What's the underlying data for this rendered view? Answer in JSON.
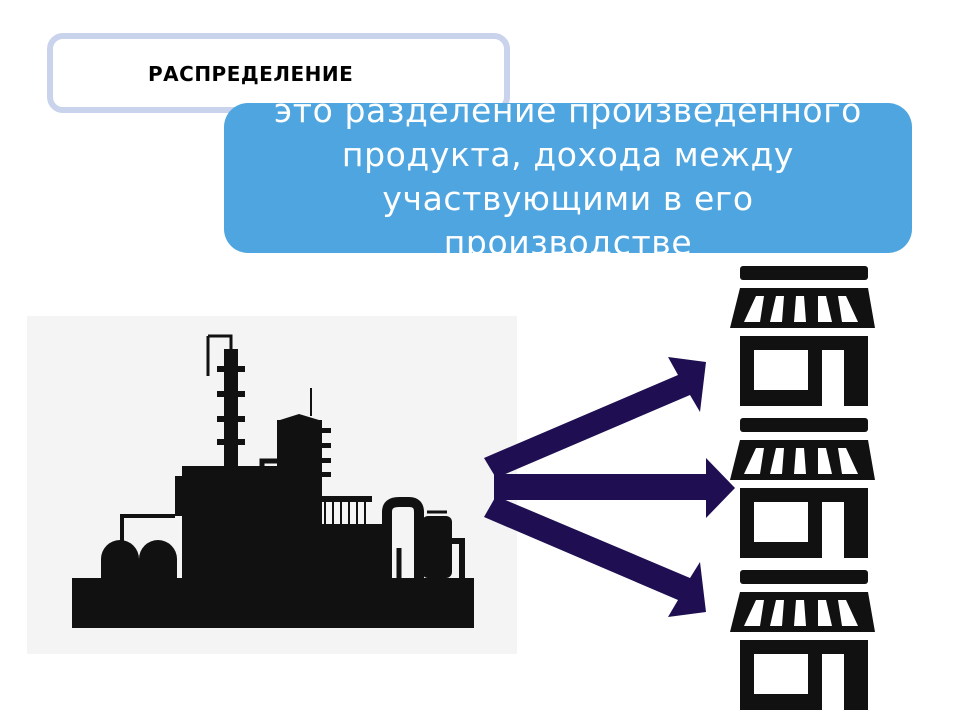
{
  "title": {
    "text": "РАСПРЕДЕЛЕНИЕ"
  },
  "definition": {
    "lines": [
      "это разделение произведенного",
      "продукта, дохода между",
      "участвующими в его",
      "производстве"
    ]
  },
  "colors": {
    "title_border": "#c9d3ec",
    "definition_bg": "#4ea5df",
    "arrow": "#1f0f52",
    "silhouette": "#111111"
  },
  "icons": [
    "factory-icon",
    "shop-icon",
    "shop-icon",
    "shop-icon"
  ]
}
